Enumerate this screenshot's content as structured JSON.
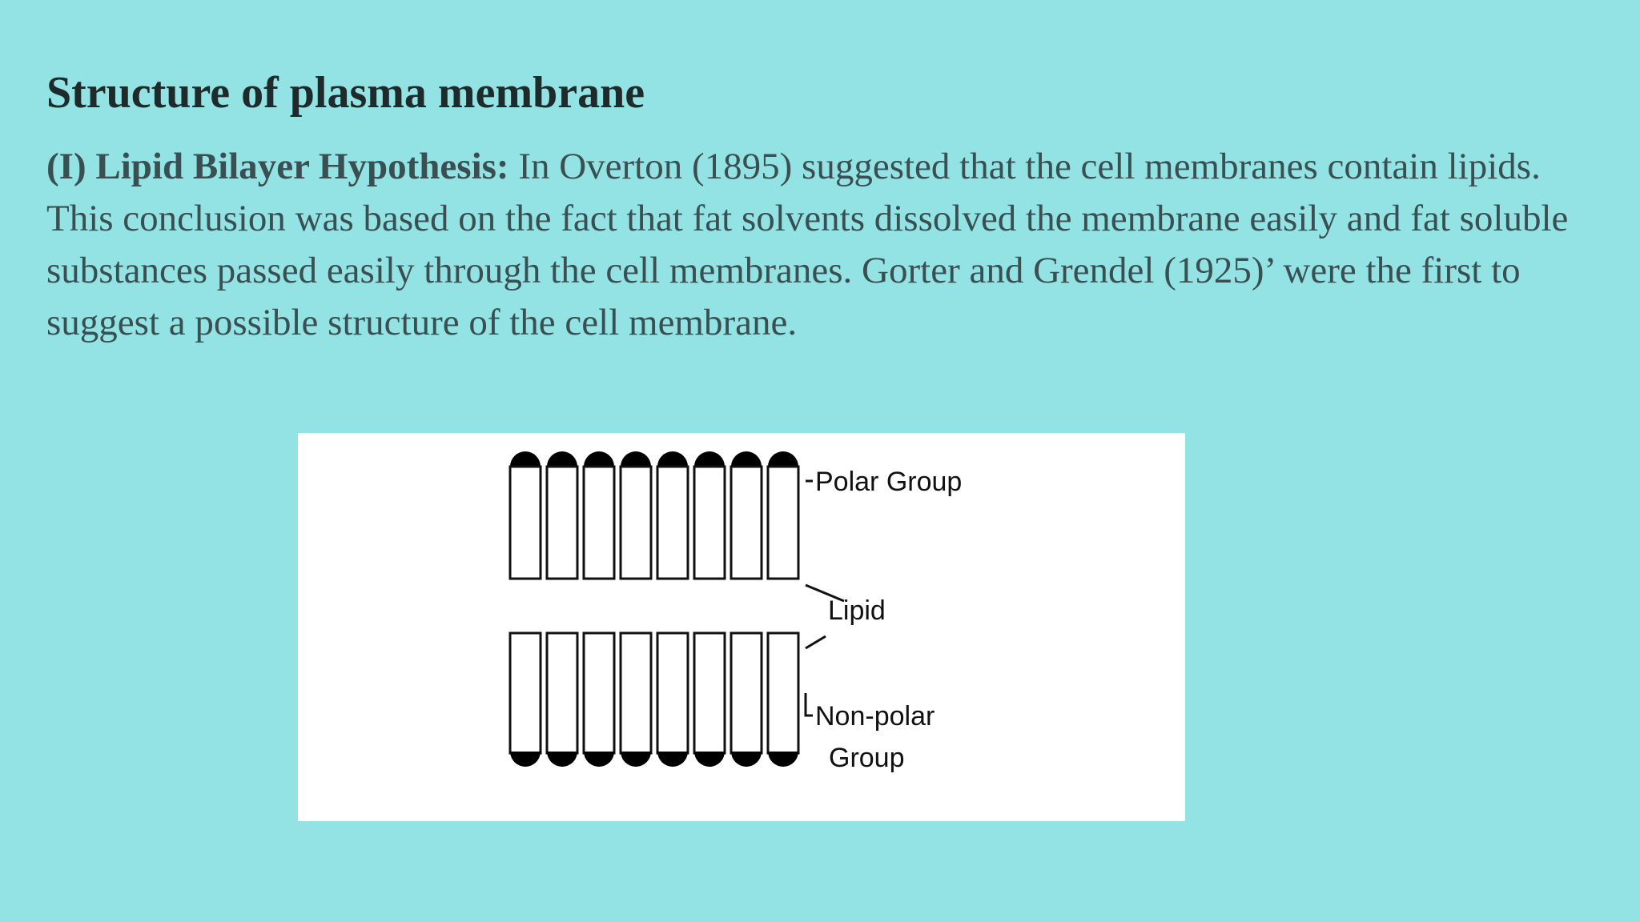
{
  "slide": {
    "title": "Structure of plasma membrane",
    "paragraph": {
      "lead": "(I) Lipid Bilayer Hypothesis:",
      "text": " In Overton (1895) suggested that the cell membranes contain lipids. This conclusion was based on the fact that fat solvents dissolved the membrane easily and fat soluble substances passed easily through the cell membranes. Gorter and Grendel (1925)’ were the first to suggest a possible structure of the cell membrane."
    }
  },
  "figure": {
    "labels": {
      "polar": "Polar  Group",
      "lipid": "Lipid",
      "nonpolar_1": "Non-polar",
      "nonpolar_2": "Group"
    }
  },
  "colors": {
    "background": "#93e3e5",
    "title": "#1f2a2b",
    "body_text": "#3a4f52",
    "figure_bg": "#ffffff"
  }
}
